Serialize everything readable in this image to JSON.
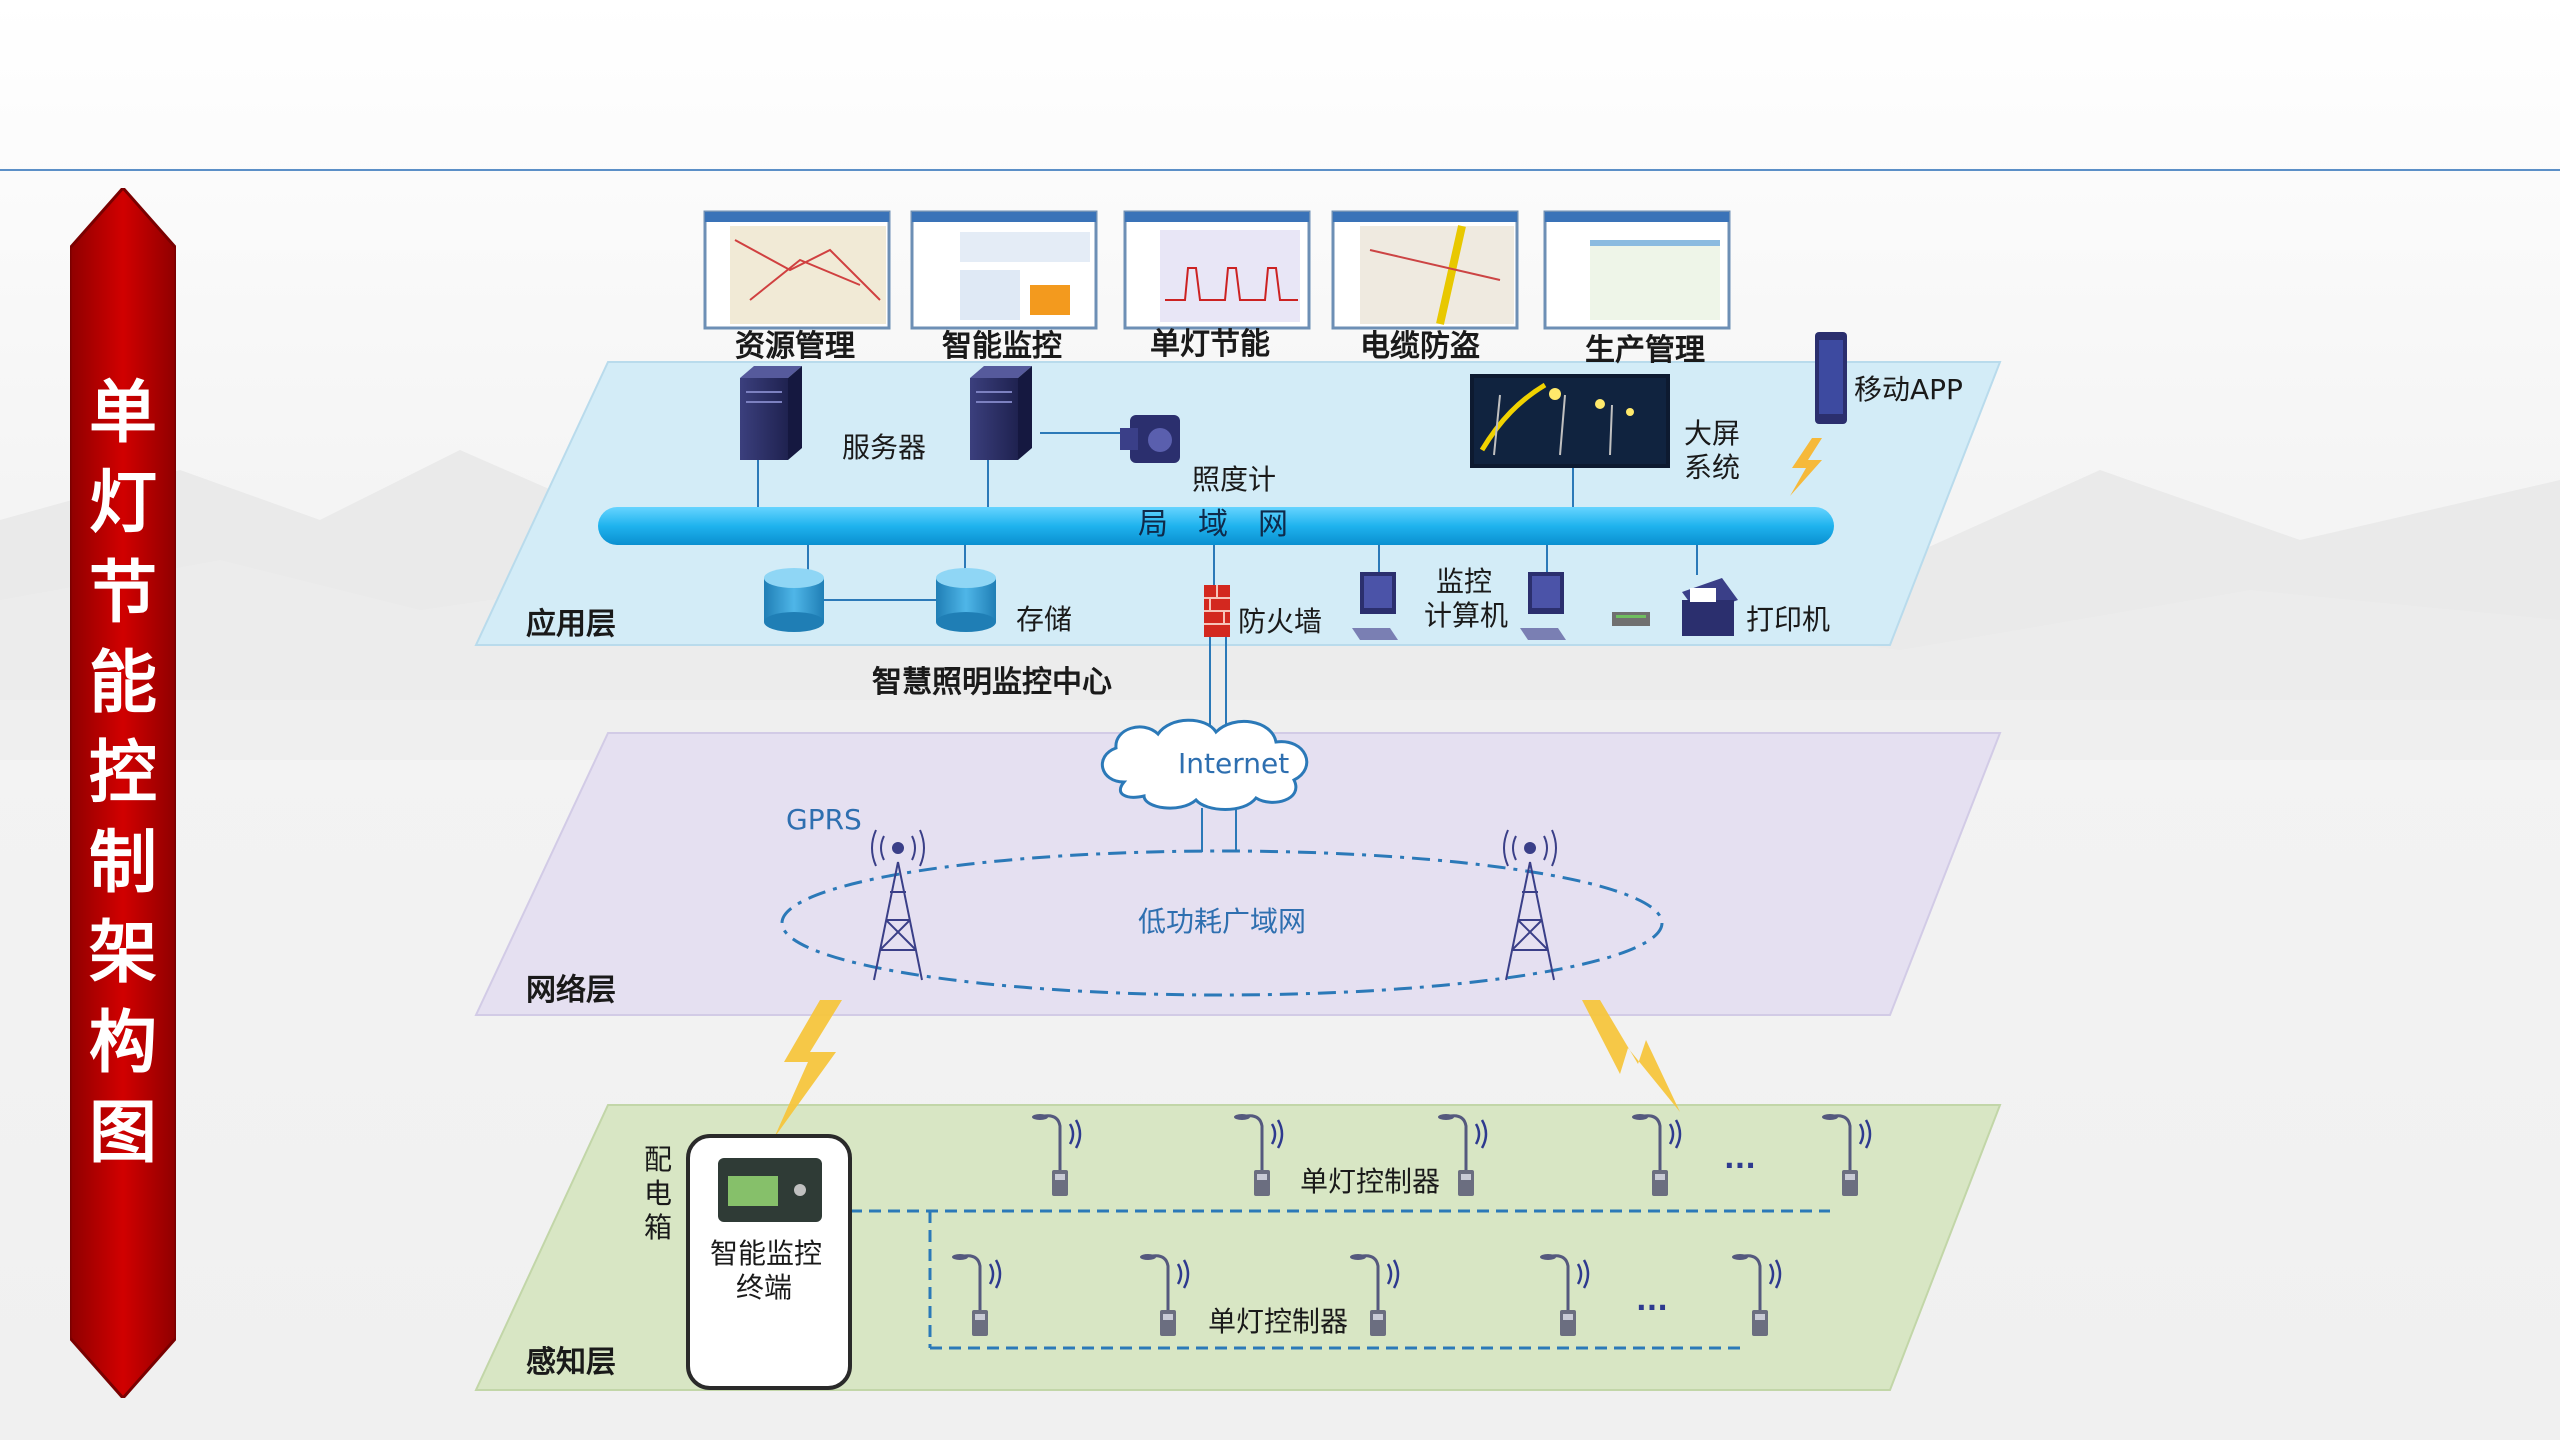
{
  "title": "单灯节能控制架构图",
  "apps": [
    "资源管理",
    "智能监控",
    "单灯节能",
    "电缆防盗",
    "生产管理"
  ],
  "app_layer": {
    "layer_name": "应用层",
    "center_name": "智慧照明监控中心",
    "lan": "局　域　网",
    "server": "服务器",
    "lux_meter": "照度计",
    "storage": "存储",
    "firewall": "防火墙",
    "monitor_pc": [
      "监控",
      "计算机"
    ],
    "printer": "打印机",
    "big_screen": [
      "大屏",
      "系统"
    ],
    "mobile_app": "移动APP"
  },
  "network_layer": {
    "layer_name": "网络层",
    "internet": "Internet",
    "gprs": "GPRS",
    "lpwan": "低功耗广域网"
  },
  "sense_layer": {
    "layer_name": "感知层",
    "dist_box": [
      "配",
      "电",
      "箱"
    ],
    "terminal": [
      "智能监控",
      "终端"
    ],
    "controller_label": "单灯控制器",
    "ellipsis": "···"
  }
}
